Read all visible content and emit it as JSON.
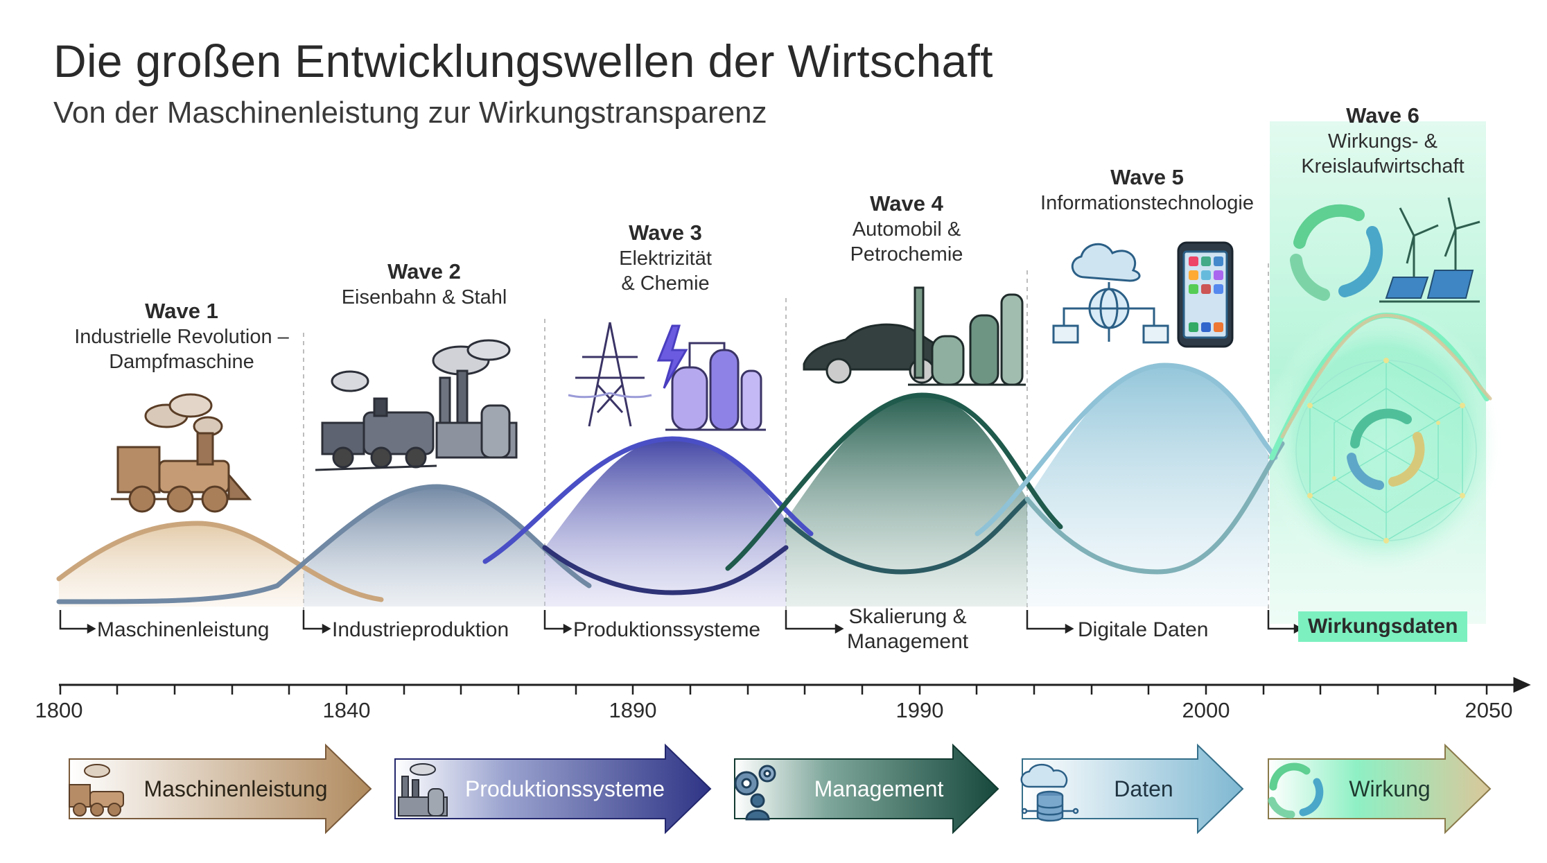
{
  "title": "Die großen Entwicklungswellen der Wirtschaft",
  "subtitle": "Von der Maschinenleistung zur Wirkungstransparenz",
  "waves": [
    {
      "num": "Wave 1",
      "desc1": "Industrielle Revolution –",
      "desc2": "Dampfmaschine",
      "outcome1": "Maschinenleistung",
      "outcome2": "",
      "icon": "steam-locomotive-icon",
      "color": "#c9a77f"
    },
    {
      "num": "Wave 2",
      "desc1": "Eisenbahn & Stahl",
      "desc2": "",
      "outcome1": "Industrieproduktion",
      "outcome2": "",
      "icon": "train-factory-icon",
      "color": "#66809c"
    },
    {
      "num": "Wave 3",
      "desc1": "Elektrizität",
      "desc2": "& Chemie",
      "outcome1": "Produktionssysteme",
      "outcome2": "",
      "icon": "power-pylon-chemistry-icon",
      "color": "#3b3f9a"
    },
    {
      "num": "Wave 4",
      "desc1": "Automobil &",
      "desc2": "Petrochemie",
      "outcome1": "Skalierung &",
      "outcome2": "Management",
      "icon": "car-refinery-icon",
      "color": "#1f5a4c"
    },
    {
      "num": "Wave 5",
      "desc1": "Informationstechnologie",
      "desc2": "",
      "outcome1": "Digitale Daten",
      "outcome2": "",
      "icon": "cloud-network-phone-icon",
      "color": "#8fc2d6"
    },
    {
      "num": "Wave 6",
      "desc1": "Wirkungs- &",
      "desc2": "Kreislaufwirtschaft",
      "outcome1": "Wirkungsdaten",
      "outcome2": "",
      "icon": "recycle-wind-solar-icon",
      "color": "#6fe3b6"
    }
  ],
  "timeline": {
    "years": [
      "1800",
      "1840",
      "1890",
      "1990",
      "2000",
      "2050"
    ]
  },
  "bottom_arrows": [
    {
      "label": "Maschinenleistung",
      "icon": "locomotive-icon",
      "color": "#b08a5e"
    },
    {
      "label": "Produktionssysteme",
      "icon": "factory-icon",
      "color": "#3a3f8f"
    },
    {
      "label": "Management",
      "icon": "gears-person-icon",
      "color": "#1f5246"
    },
    {
      "label": "Daten",
      "icon": "cloud-database-icon",
      "color": "#7fb8d2"
    },
    {
      "label": "Wirkung",
      "icon": "recycle-icon",
      "color": "#d9c79a"
    }
  ]
}
